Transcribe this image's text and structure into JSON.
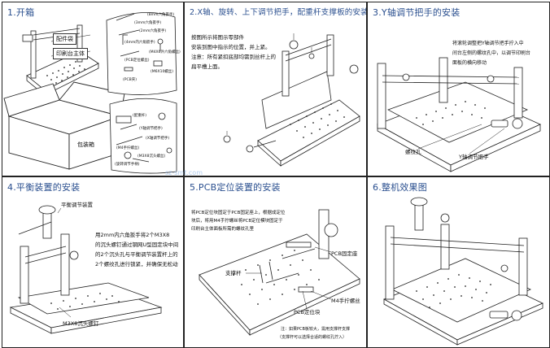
{
  "panels": [
    {
      "title": "1.开箱",
      "labels": {
        "accessory_bag": "配件袋",
        "printer_body": "印刷台主体",
        "packing_box": "包装箱",
        "small_parts_top": [
          "(8mm六角扳手)",
          "(3mm六角扳手)",
          "(2mm六角扳手)",
          "(M4X6外六角螺丝)",
          "(4mm内六角扳手)",
          "(PCB定位螺丝)",
          "(M6X10螺丝)",
          "(PCB夹)"
        ],
        "small_parts_bottom": [
          "(配重杆)",
          "(Y轴调节把手)",
          "(X轴调节把手)",
          "(M4手拧螺丝)",
          "(M3X8沉头螺丝)",
          "(旋转调节手柄)"
        ]
      }
    },
    {
      "title": "2.X轴、旋转、上下调节把手，配重杆支撑板的安装",
      "note": [
        "按图所示将图示零部件",
        "安装到图中指示的位置，并上紧。",
        "注意：所有紧扣底部均需到丝杆上的",
        "扁平槽上面。"
      ]
    },
    {
      "title": "3.Y轴调节把手的安装",
      "note": [
        "将滚轮调整把Y轴调节把手拧入中",
        "间台左侧的螺纹孔中，以调节印刷台",
        "面板的横向移动"
      ],
      "labels": {
        "threaded_hole": "螺纹孔",
        "y_handle": "Y轴调节把手"
      }
    },
    {
      "title": "4.平衡装置的安装",
      "note": [
        "用2mm内六角扳手将2个M3X8",
        "的沉头螺钉通过钢网U型固定块中间",
        "的2个沉头孔与平衡调节装置杆上的",
        "2个螺纹孔进行锁紧，并确保无松动"
      ],
      "labels": {
        "balance_device": "平衡调节装置",
        "m3x8_screw": "M3X8沉头螺钉"
      }
    },
    {
      "title": "5.PCB定位装置的安装",
      "note": [
        "将PCB定位块固定于PCB固定座上，根据成定位",
        "块后，将用M4手拧螺丝将PCB定位模块固定于",
        "印刷台主体面板所需的螺纹孔里"
      ],
      "labels": {
        "pcb_seat": "PCB固定座",
        "m4_screw": "M4手拧螺丝",
        "pcb_block": "PCB定位块",
        "support_rod": "支撑杆"
      },
      "footnote": [
        "注：如果PCB板较大，需用支撑杆支撑",
        "（支撑杆可以选择合适的螺纹孔拧入）"
      ]
    },
    {
      "title": "6.整机效果图"
    }
  ],
  "watermark": "sz-smt.com"
}
